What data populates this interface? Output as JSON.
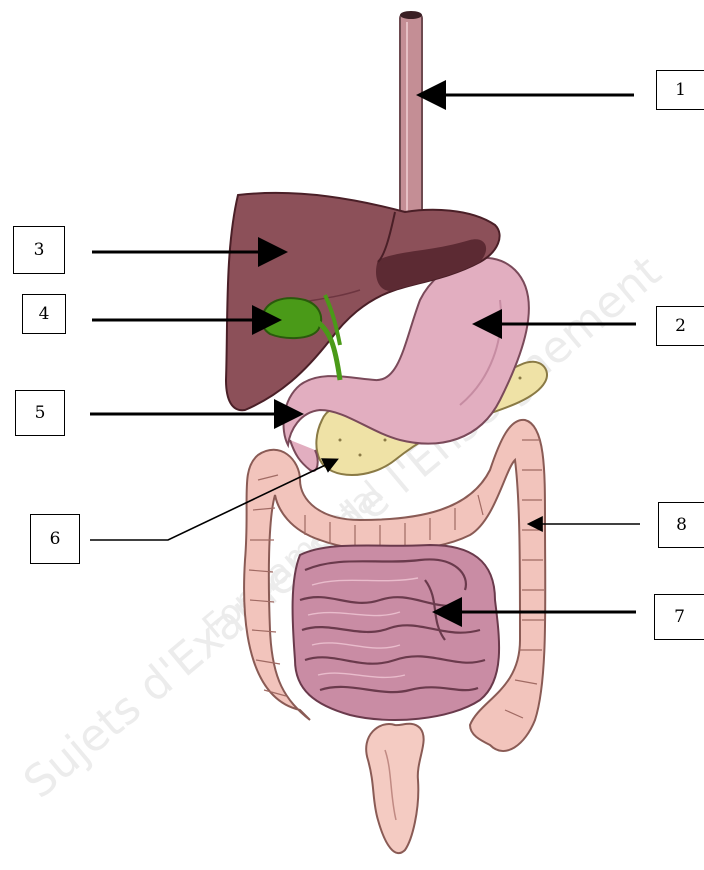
{
  "labels": {
    "l1": "1",
    "l2": "2",
    "l3": "3",
    "l4": "4",
    "l5": "5",
    "l6": "6",
    "l7": "7",
    "l8": "8"
  },
  "watermark": {
    "line1": "Sujets d'Examens de l'Enseignement",
    "line2": "Fondamental"
  },
  "colors": {
    "esophagus": "#c48e95",
    "liver": "#8c5059",
    "liver_dark": "#5c2a33",
    "gallbladder": "#4a9a18",
    "stomach": "#e2aec0",
    "pancreas": "#efe2a6",
    "large_intestine": "#f2c4bc",
    "small_intestine": "#c98ca4",
    "rectum": "#f4cbc2"
  }
}
